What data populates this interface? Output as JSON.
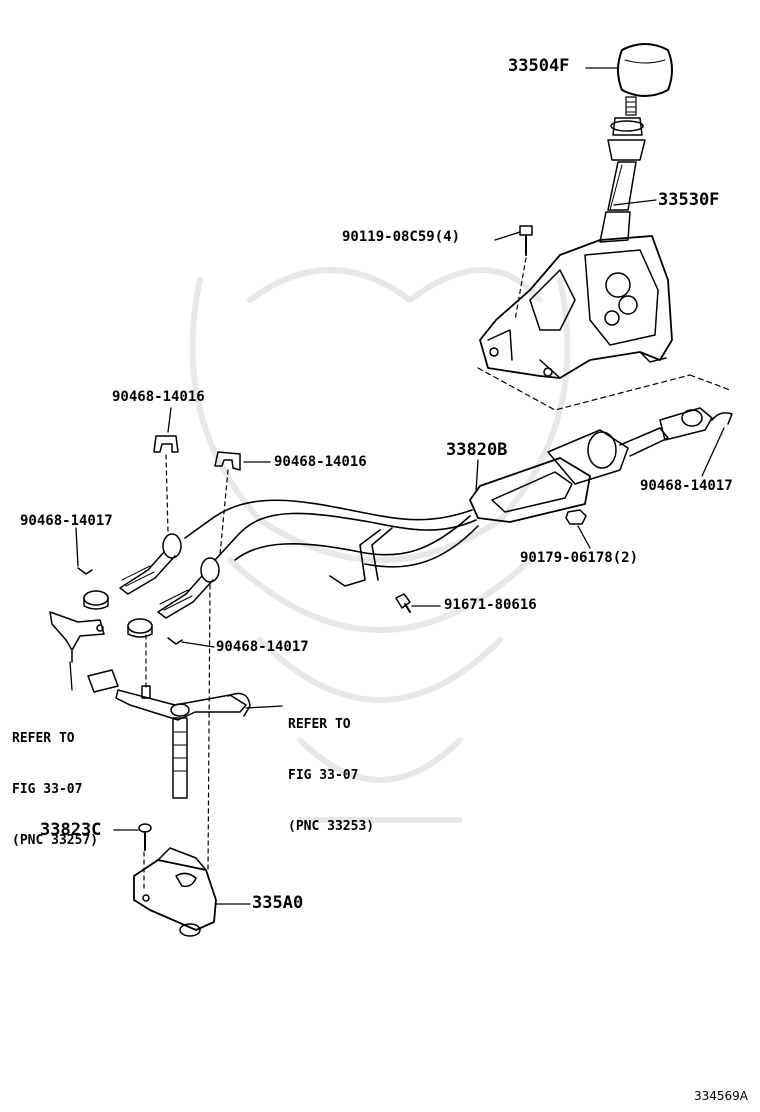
{
  "diagram": {
    "part_labels": {
      "knob": "33504F",
      "lever": "33530F",
      "bolt_housing": "90119-08C59(4)",
      "clip_upper_left": "90468-14016",
      "clip_center": "90468-14016",
      "cable_assembly": "33820B",
      "clip_right": "90468-14017",
      "nut": "90179-06178(2)",
      "clip_left": "90468-14017",
      "bolt_center": "91671-80616",
      "clip_lower": "90468-14017",
      "bolt_bracket": "33823C",
      "bracket": "335A0"
    },
    "references": {
      "left": [
        "REFER TO",
        "FIG 33-07",
        "(PNC 33257)"
      ],
      "right": [
        "REFER TO",
        "FIG 33-07",
        "(PNC 33253)"
      ]
    },
    "figure_number": "334569A"
  }
}
